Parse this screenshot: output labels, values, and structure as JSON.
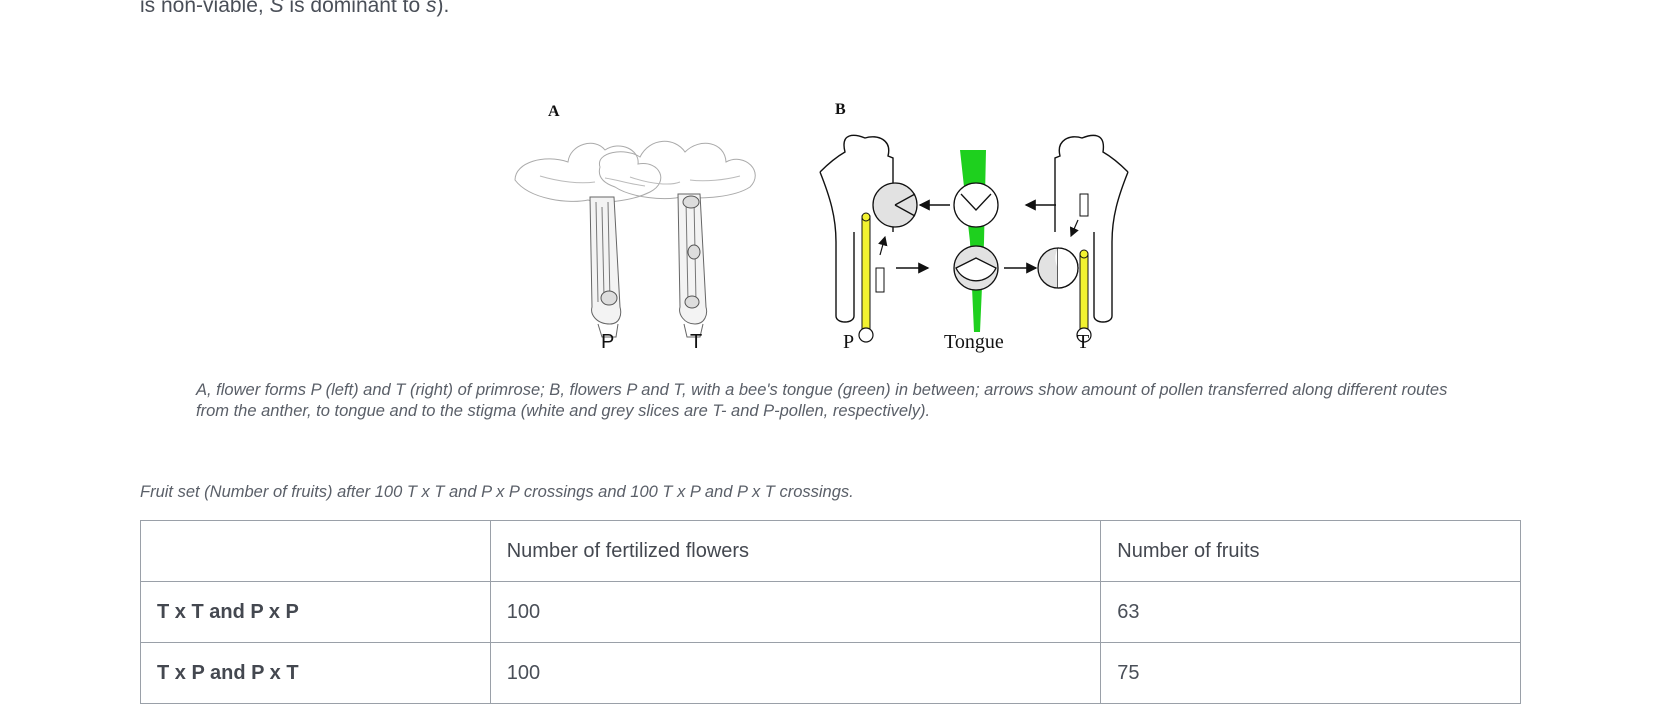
{
  "intro": {
    "prefix": "is non-viable, ",
    "allele_dominant": "S",
    "middle": " is dominant to ",
    "allele_recessive": "s",
    "suffix": ")."
  },
  "figure": {
    "panel_a_label": "A",
    "panel_b_label": "B",
    "panel_a_flower_labels": [
      "P",
      "T"
    ],
    "panel_b_labels": {
      "left": "P",
      "center": "Tongue",
      "right": "T"
    },
    "colors": {
      "tongue": "#1ed01e",
      "style": "#f2f230",
      "pollen_grey": "#e2e2e2"
    },
    "caption": "A, flower forms P (left) and T (right) of primrose; B, flowers P and T, with a bee's tongue (green) in between; arrows show amount of pollen transferred along different routes from the anther, to tongue and to the stigma (white and grey slices are T- and P-pollen, respectively)."
  },
  "table": {
    "caption": "Fruit set (Number of fruits) after 100 T x T and P x P crossings and 100 T x P and P x T crossings.",
    "headers": [
      "",
      "Number of fertilized flowers",
      "Number of fruits"
    ],
    "rows": [
      {
        "label": "T x T and P x P",
        "fertilized": "100",
        "fruits": "63"
      },
      {
        "label": "T x P and P x T",
        "fertilized": "100",
        "fruits": "75"
      }
    ]
  }
}
